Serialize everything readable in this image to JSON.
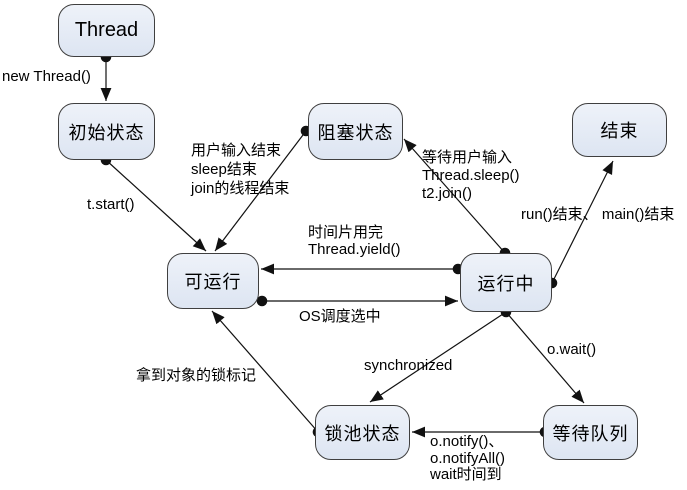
{
  "diagram": {
    "title": "thread-state-diagram",
    "nodes": [
      {
        "id": "thread",
        "label": "Thread"
      },
      {
        "id": "initial-state",
        "label": "初始状态"
      },
      {
        "id": "blocked-state",
        "label": "阻塞状态"
      },
      {
        "id": "end",
        "label": "结束"
      },
      {
        "id": "runnable",
        "label": "可运行"
      },
      {
        "id": "running",
        "label": "运行中"
      },
      {
        "id": "lock-pool-state",
        "label": "锁池状态"
      },
      {
        "id": "wait-queue",
        "label": "等待队列"
      }
    ],
    "edges": [
      {
        "from": "thread",
        "to": "initial-state",
        "lines": [
          "new Thread()"
        ]
      },
      {
        "from": "initial-state",
        "to": "runnable",
        "lines": [
          "t.start()"
        ]
      },
      {
        "from": "blocked-state",
        "to": "runnable",
        "lines": [
          "用户输入结束",
          "sleep结束",
          "join的线程结束"
        ]
      },
      {
        "from": "running",
        "to": "blocked-state",
        "lines": [
          "等待用户输入",
          "Thread.sleep()",
          "t2.join()"
        ]
      },
      {
        "from": "running",
        "to": "end",
        "lines": [
          "run()结束、 main()结束"
        ]
      },
      {
        "from": "running",
        "to": "runnable",
        "lines": [
          "时间片用完",
          "Thread.yield()"
        ]
      },
      {
        "from": "runnable",
        "to": "running",
        "lines": [
          "OS调度选中"
        ]
      },
      {
        "from": "running",
        "to": "lock-pool-state",
        "lines": [
          "synchronized"
        ]
      },
      {
        "from": "running",
        "to": "wait-queue",
        "lines": [
          "o.wait()"
        ]
      },
      {
        "from": "wait-queue",
        "to": "lock-pool-state",
        "lines": [
          "o.notify()、",
          "o.notifyAll()",
          "wait时间到"
        ]
      },
      {
        "from": "lock-pool-state",
        "to": "runnable",
        "lines": [
          "拿到对象的锁标记"
        ]
      }
    ],
    "colors": {
      "background": "#ffffff",
      "node_fill_light": "#eef2f9",
      "node_fill_dark": "#dde5f2",
      "node_border": "#3f3f3f",
      "line": "#111111",
      "text": "#000000"
    }
  }
}
